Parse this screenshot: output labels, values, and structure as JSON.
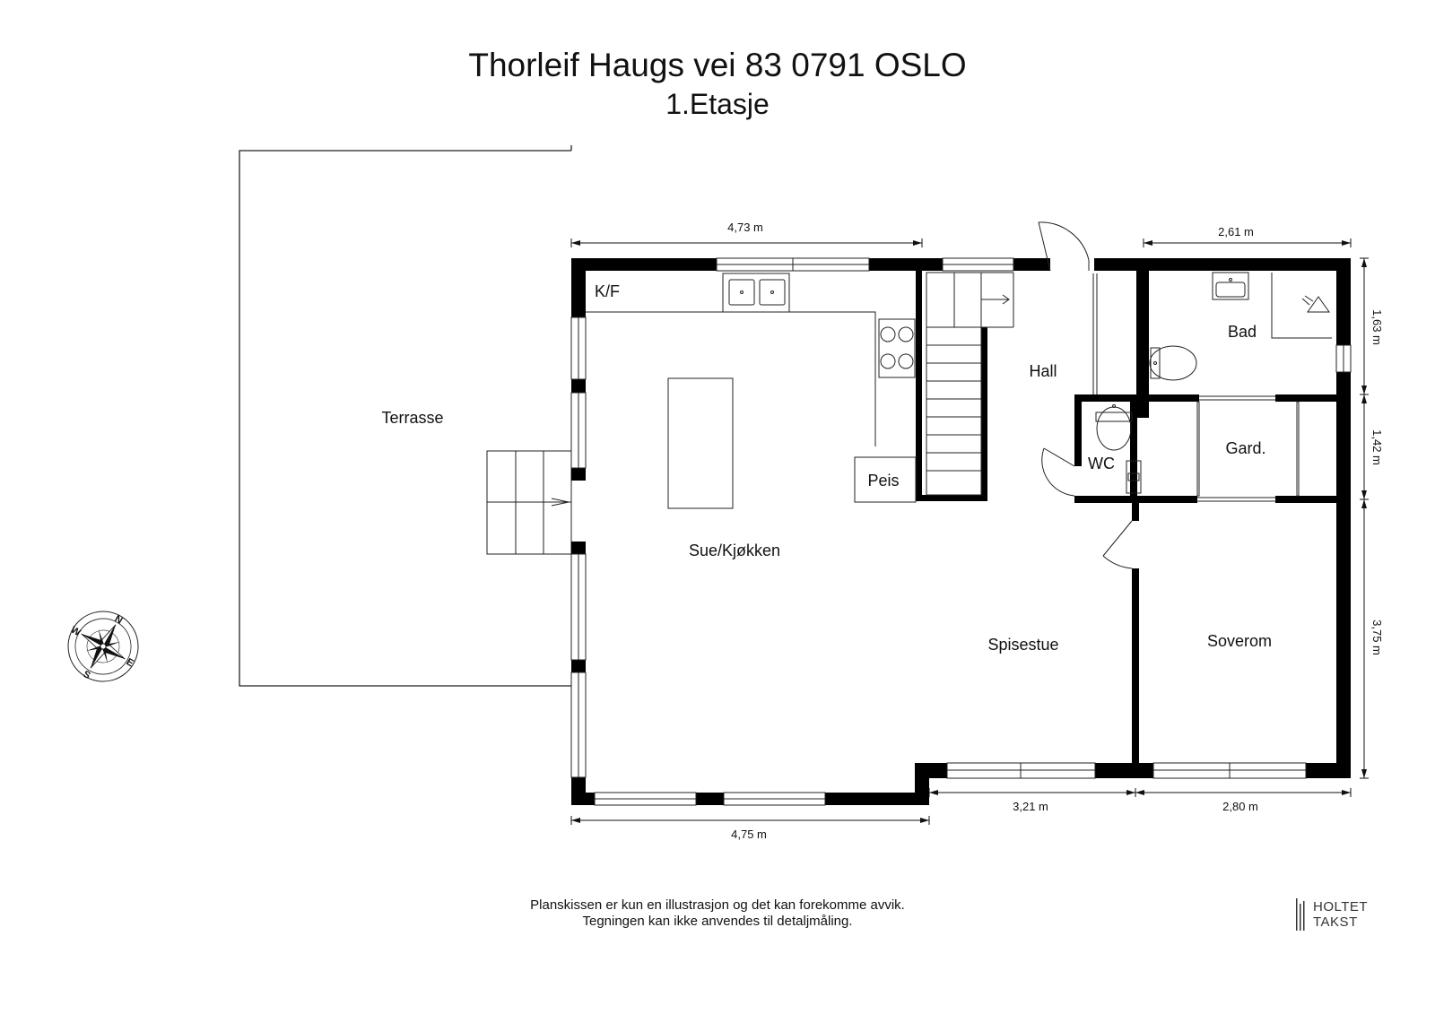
{
  "title": "Thorleif Haugs vei 83 0791 OSLO",
  "subtitle": "1.Etasje",
  "rooms": {
    "terrasse": "Terrasse",
    "kf": "K/F",
    "peis": "Peis",
    "stue": "Sue/Kjøkken",
    "hall": "Hall",
    "bad": "Bad",
    "wc": "WC",
    "gard": "Gard.",
    "spisestue": "Spisestue",
    "soverom": "Soverom"
  },
  "dimensions": {
    "top_left": "4,73 m",
    "top_right": "2,61 m",
    "right_top": "1,63 m",
    "right_mid": "1,42 m",
    "right_bottom": "3,75 m",
    "bottom_mid": "3,21 m",
    "bottom_right": "2,80 m",
    "bottom_left": "4,75 m"
  },
  "compass": {
    "n": "N",
    "e": "E",
    "s": "S",
    "w": "W"
  },
  "disclaimer": {
    "line1": "Planskissen er kun en illustrasjon og det kan forekomme avvik.",
    "line2": "Tegningen kan ikke anvendes til detaljmåling."
  },
  "logo": {
    "line1": "HOLTET",
    "line2": "TAKST"
  }
}
